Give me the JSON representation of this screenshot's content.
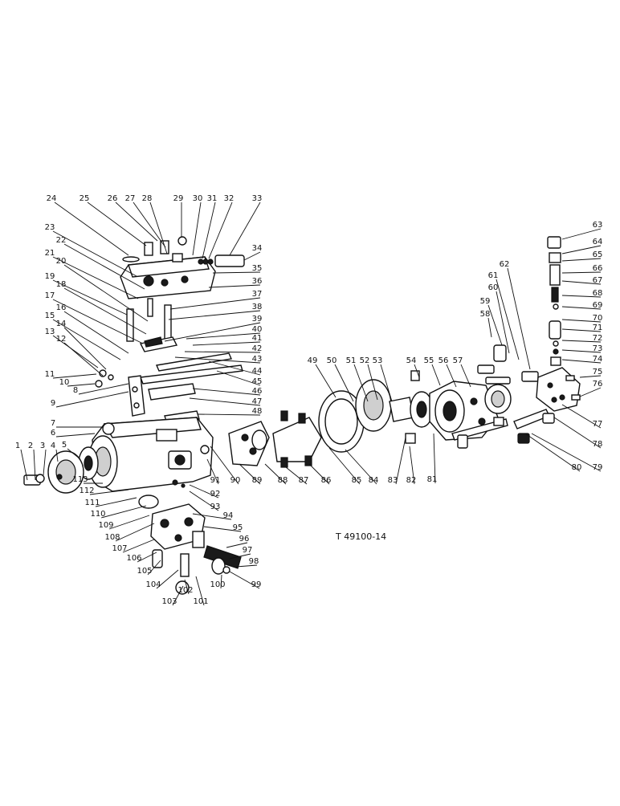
{
  "drawing_code": "T 49100-14",
  "callouts": [
    "1",
    "2",
    "3",
    "4",
    "5",
    "6",
    "7",
    "8",
    "9",
    "10",
    "11",
    "12",
    "13",
    "14",
    "15",
    "16",
    "17",
    "18",
    "19",
    "20",
    "21",
    "22",
    "23",
    "24",
    "25",
    "26",
    "27",
    "28",
    "29",
    "30",
    "31",
    "32",
    "33",
    "34",
    "35",
    "36",
    "37",
    "38",
    "39",
    "40",
    "41",
    "42",
    "43",
    "44",
    "45",
    "46",
    "47",
    "48",
    "49",
    "50",
    "51",
    "52",
    "53",
    "54",
    "55",
    "56",
    "57",
    "58",
    "59",
    "60",
    "61",
    "62",
    "63",
    "64",
    "65",
    "66",
    "67",
    "68",
    "69",
    "70",
    "71",
    "72",
    "73",
    "74",
    "75",
    "76",
    "77",
    "78",
    "79",
    "80",
    "81",
    "82",
    "83",
    "84",
    "85",
    "86",
    "87",
    "88",
    "89",
    "90",
    "91",
    "92",
    "93",
    "94",
    "95",
    "96",
    "97",
    "98",
    "99",
    "100",
    "101",
    "102",
    "103",
    "104",
    "105",
    "106",
    "107",
    "108",
    "109",
    "110",
    "111",
    "112",
    "113"
  ]
}
